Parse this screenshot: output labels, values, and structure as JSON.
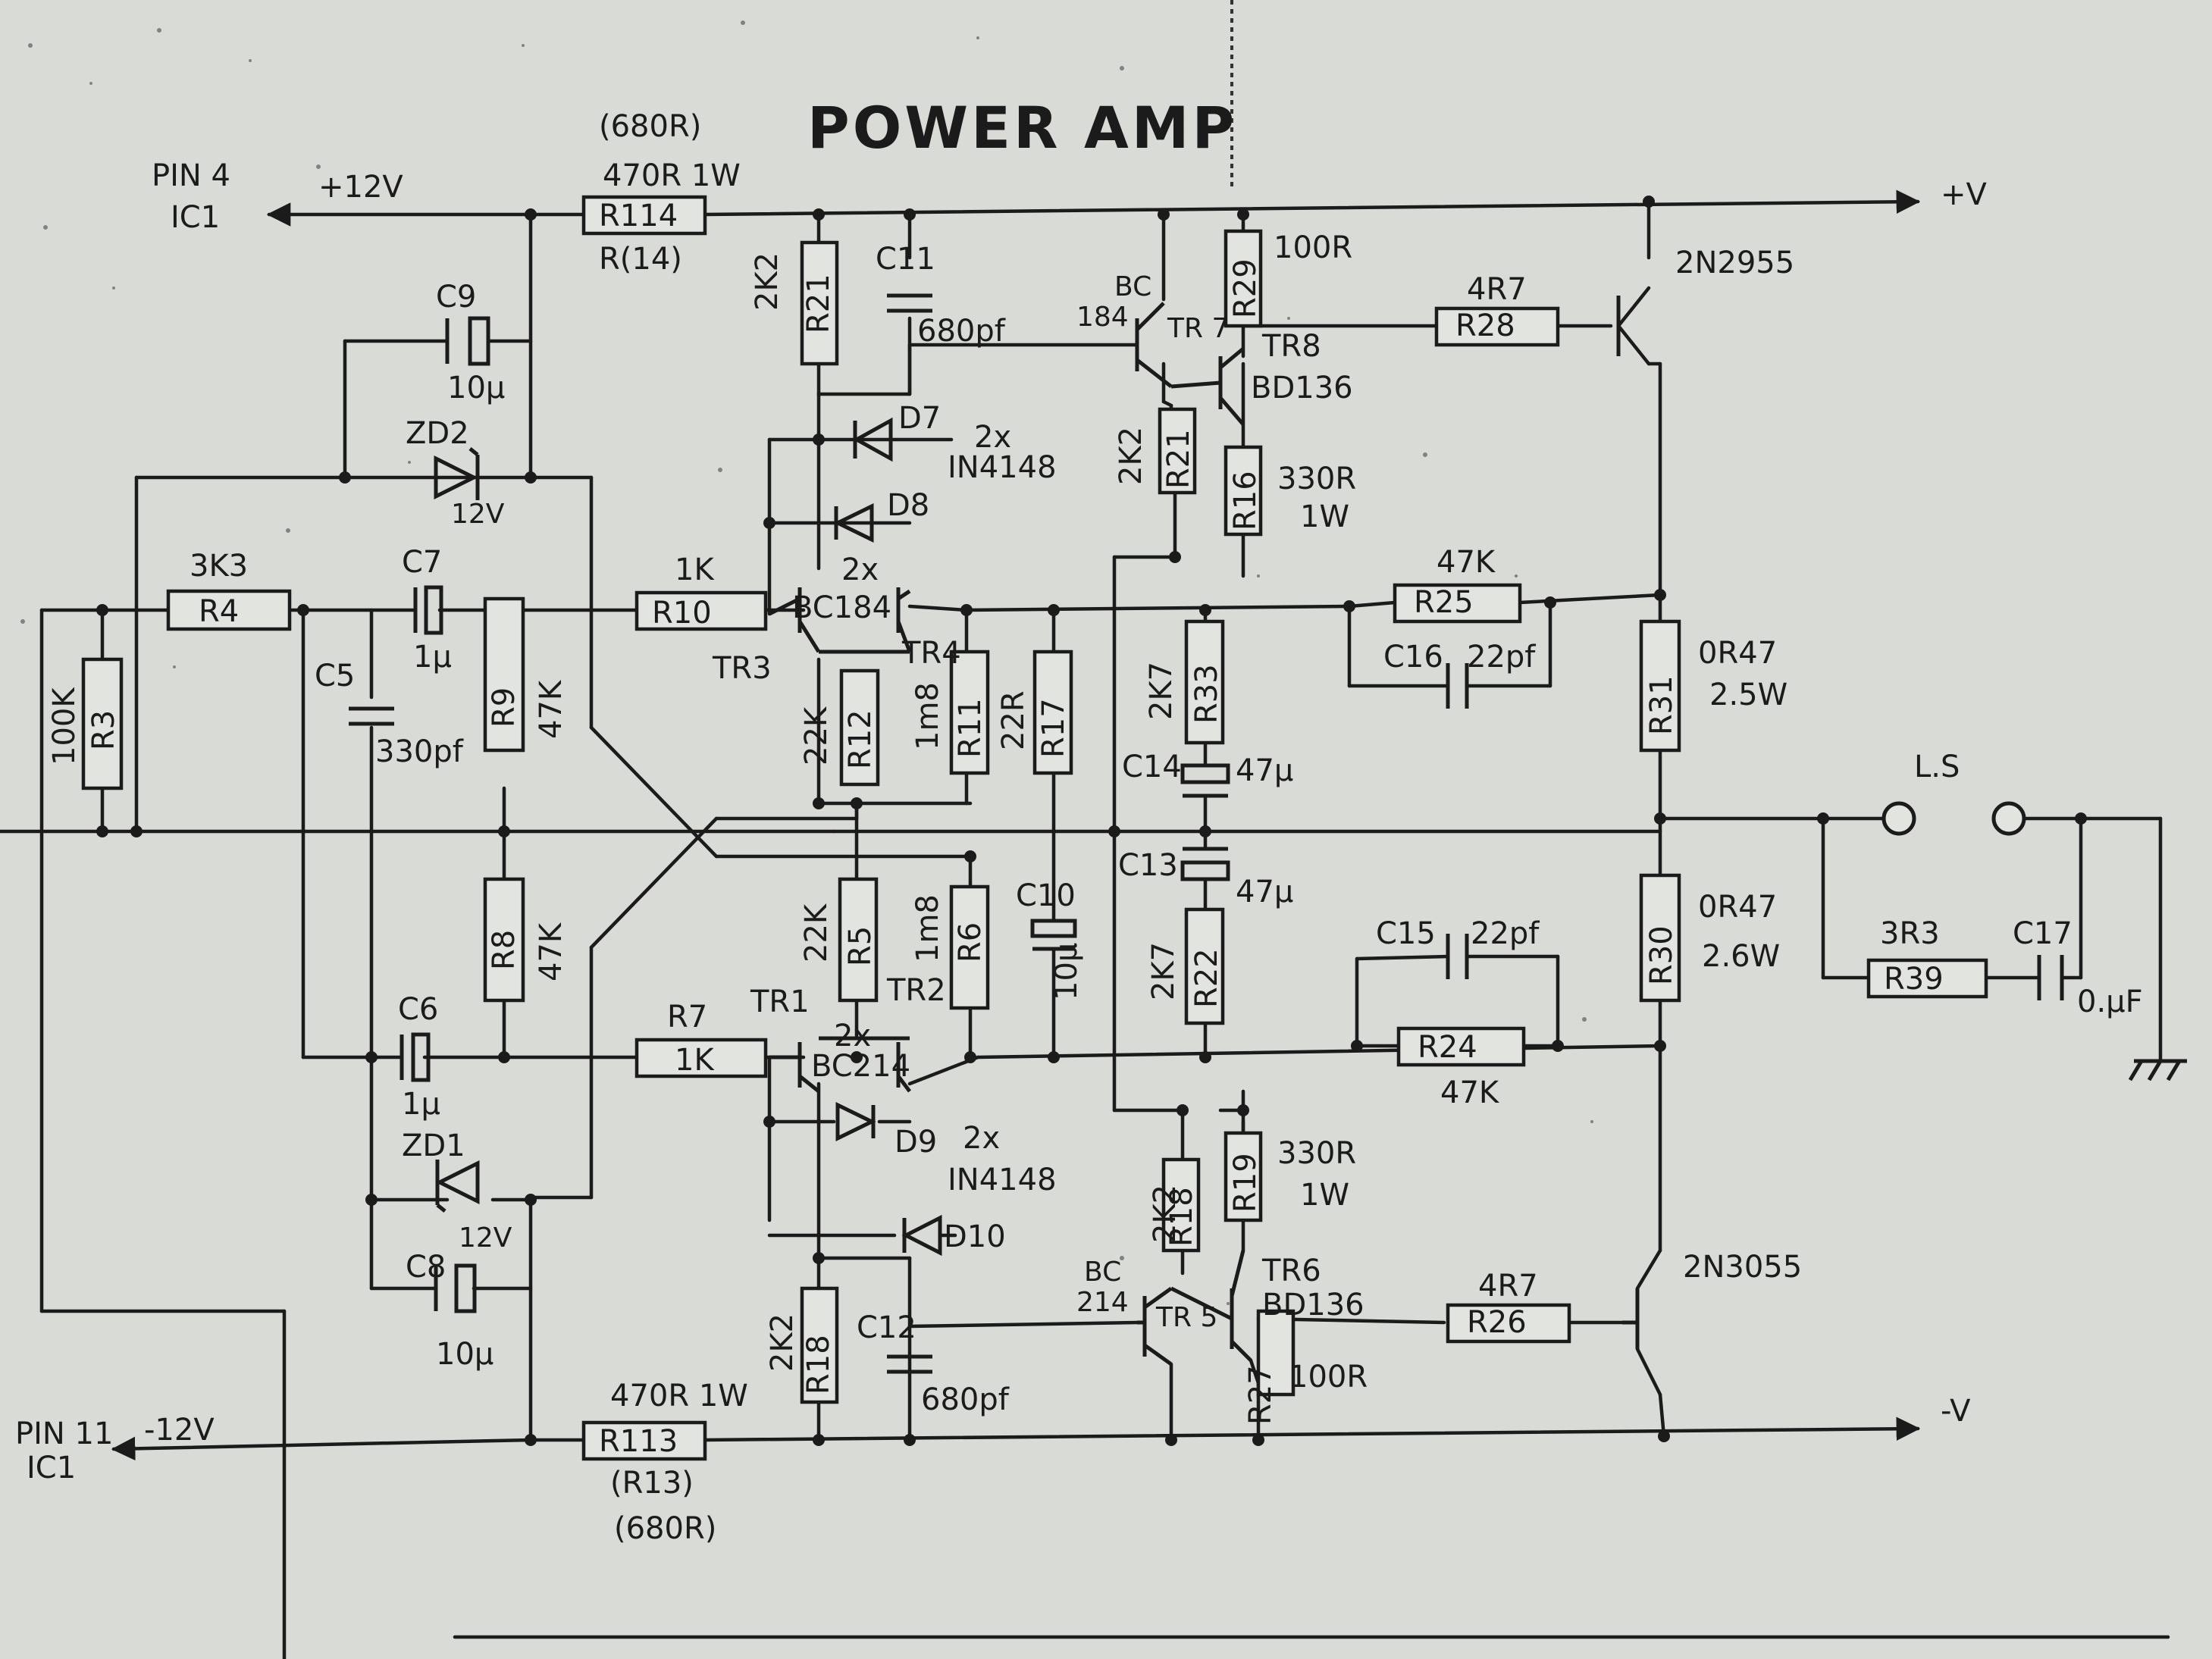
{
  "title": "POWER AMP",
  "rails": {
    "pos_pin": "PIN 4",
    "pos_ic": "IC1",
    "pos_supply": "+12V",
    "pos_out": "+V",
    "neg_pin": "PIN 11",
    "neg_ic": "IC1",
    "neg_supply": "-12V",
    "neg_out": "-V"
  },
  "resistors": {
    "R114": {
      "name": "R114",
      "value": "470R 1W",
      "alt": "(680R)",
      "note": "R(14)"
    },
    "R113": {
      "name": "R113",
      "value": "470R 1W",
      "alt": "(680R)",
      "note": "(R13)"
    },
    "R4": {
      "name": "R4",
      "value": "3K3"
    },
    "R3": {
      "name": "R3",
      "value": "100K"
    },
    "R10": {
      "name": "R10",
      "value": "1K"
    },
    "R7": {
      "name": "R7",
      "value": "1K"
    },
    "R9": {
      "name": "R9",
      "value": "47K"
    },
    "R8": {
      "name": "R8",
      "value": "47K"
    },
    "R21a": {
      "name": "R21",
      "value": "2K2"
    },
    "R21b": {
      "name": "R21",
      "value": "2K2"
    },
    "R12": {
      "name": "R12",
      "value": "22K"
    },
    "R11": {
      "name": "R11",
      "value": "1m8"
    },
    "R5": {
      "name": "R5",
      "value": "22K"
    },
    "R6": {
      "name": "R6",
      "value": "1m8"
    },
    "R17": {
      "name": "R17",
      "value": "22R"
    },
    "R18a": {
      "name": "R18",
      "value": "2K2"
    },
    "R18b": {
      "name": "R18",
      "value": "2K2"
    },
    "R29": {
      "name": "R29",
      "value": "100R"
    },
    "R27": {
      "name": "R27",
      "value": "100R"
    },
    "R16": {
      "name": "R16",
      "value": "330R",
      "rating": "1W"
    },
    "R19": {
      "name": "R19",
      "value": "330R",
      "rating": "1W"
    },
    "R33": {
      "name": "R33",
      "value": "2K7"
    },
    "R22": {
      "name": "R22",
      "value": "2K7"
    },
    "R25": {
      "name": "R25",
      "value": "47K"
    },
    "R24": {
      "name": "R24",
      "value": "47K"
    },
    "R28": {
      "name": "R28",
      "value": "4R7"
    },
    "R26": {
      "name": "R26",
      "value": "4R7"
    },
    "R31": {
      "name": "R31",
      "value": "0R47",
      "rating": "2.5W"
    },
    "R30": {
      "name": "R30",
      "value": "0R47",
      "rating": "2.6W"
    },
    "R39": {
      "name": "R39",
      "value": "3R3"
    }
  },
  "capacitors": {
    "C9": {
      "name": "C9",
      "value": "10µ"
    },
    "C8": {
      "name": "C8",
      "value": "10µ"
    },
    "C7": {
      "name": "C7",
      "value": "1µ"
    },
    "C6": {
      "name": "C6",
      "value": "1µ"
    },
    "C5": {
      "name": "C5",
      "value": "330pf"
    },
    "C11": {
      "name": "C11",
      "value": "680pf"
    },
    "C12": {
      "name": "C12",
      "value": "680pf"
    },
    "C10": {
      "name": "C10",
      "value": "10µ"
    },
    "C14": {
      "name": "C14",
      "value": "47µ"
    },
    "C13": {
      "name": "C13",
      "value": "47µ"
    },
    "C16": {
      "name": "C16",
      "value": "22pf"
    },
    "C15": {
      "name": "C15",
      "value": "22pf"
    },
    "C17": {
      "name": "C17",
      "value": "0.µF"
    }
  },
  "diodes": {
    "ZD2": {
      "name": "ZD2",
      "value": "12V"
    },
    "ZD1": {
      "name": "ZD1",
      "value": "12V"
    },
    "D7": "D7",
    "D8": "D8",
    "D9": "D9",
    "D10": "D10",
    "pair_top": "2x",
    "pair_top_type": "IN4148",
    "pair_bot": "2x",
    "pair_bot_type": "IN4148"
  },
  "transistors": {
    "TR3": "TR3",
    "TR4": "TR4",
    "pair_top": "2x",
    "pair_top_type": "BC184",
    "TR1": "TR1",
    "TR2": "TR2",
    "pair_bot": "2x",
    "pair_bot_type": "BC214",
    "TR7": {
      "name": "TR 7",
      "type_a": "BC",
      "type_b": "184"
    },
    "TR5": {
      "name": "TR 5",
      "type_a": "BC",
      "type_b": "214"
    },
    "TR8": {
      "name": "TR8",
      "type": "BD136"
    },
    "TR6": {
      "name": "TR6",
      "type": "BD136"
    },
    "Q_top": "2N2955",
    "Q_bot": "2N3055"
  },
  "speaker": "L.S"
}
